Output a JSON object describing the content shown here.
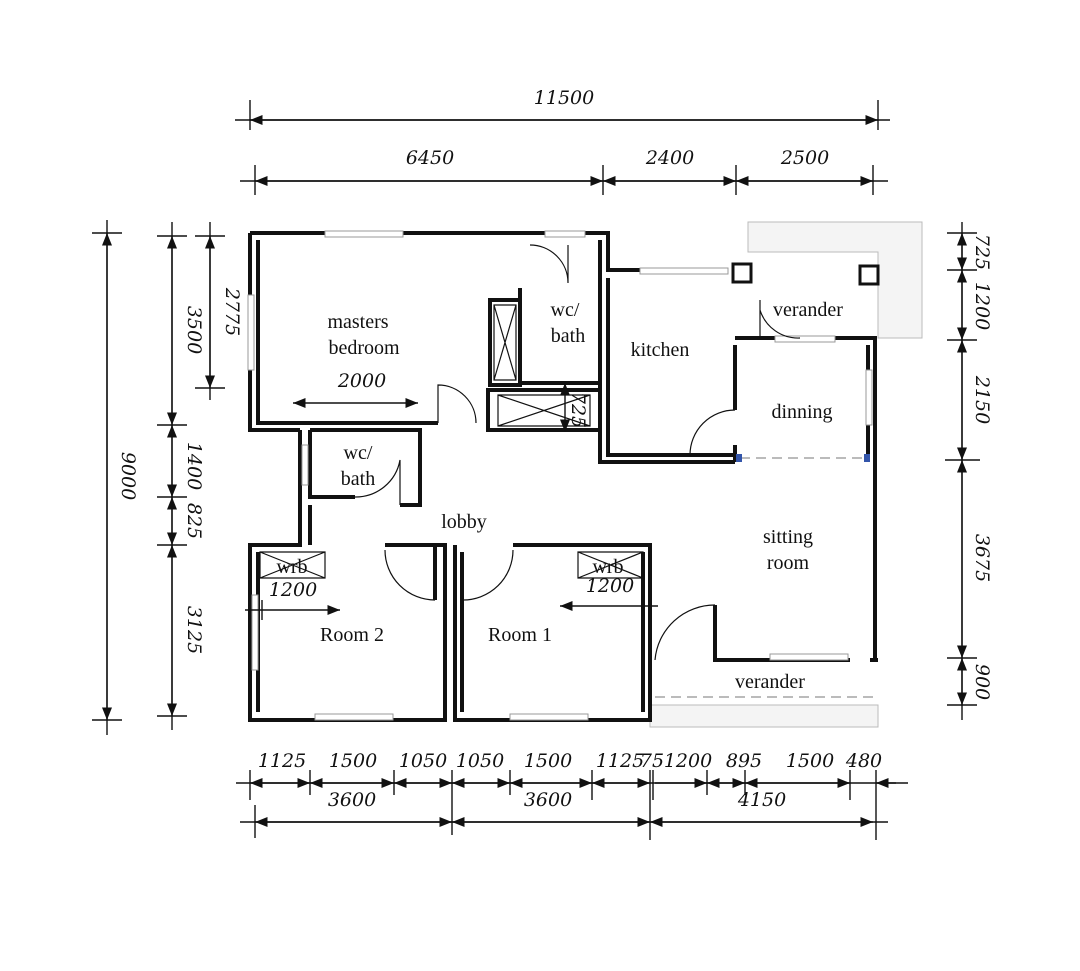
{
  "rooms": {
    "masters_bedroom_1": "masters",
    "masters_bedroom_2": "bedroom",
    "wc_bath_top_1": "wc/",
    "wc_bath_top_2": "bath",
    "kitchen": "kitchen",
    "verander_top": "verander",
    "dinning": "dinning",
    "wc_bath_mid_1": "wc/",
    "wc_bath_mid_2": "bath",
    "lobby": "lobby",
    "sitting_room_1": "sitting",
    "sitting_room_2": "room",
    "room2": "Room 2",
    "room1": "Room 1",
    "verander_bottom": "verander",
    "wrb_left": "wrb",
    "wrb_right": "wrb"
  },
  "dimensions": {
    "top_total": "11500",
    "top": [
      "6450",
      "2400",
      "2500"
    ],
    "left_total": "9000",
    "left": [
      "3500",
      "1400",
      "825",
      "3125"
    ],
    "left_inner": "2775",
    "right": [
      "725",
      "1200",
      "2150",
      "3675",
      "900"
    ],
    "bottom_row1": [
      "1125",
      "1500",
      "1050",
      "1050",
      "1500",
      "1125",
      "75",
      "1200",
      "895",
      "1500",
      "480"
    ],
    "bottom_row2": [
      "3600",
      "3600",
      "4150"
    ],
    "inner_bedroom": "2000",
    "inner_725": "725",
    "wardrobe_left": "1200",
    "wardrobe_right": "1200"
  }
}
